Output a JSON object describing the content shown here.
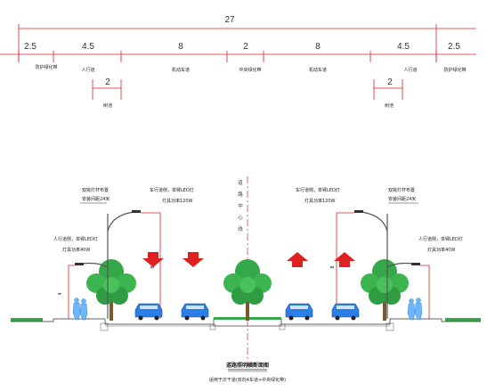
{
  "dimensions": {
    "total": "27",
    "segments": [
      "2.5",
      "4.5",
      "8",
      "2",
      "8",
      "4.5",
      "2.5"
    ],
    "tree_pits": [
      "2",
      "2"
    ]
  },
  "labels": {
    "left_green": "防护绿化带",
    "left_sidewalk": "人行道",
    "left_motor": "机动车道",
    "median": "中央绿化带",
    "right_motor": "机动车道",
    "right_sidewalk": "人行道",
    "right_green": "防护绿化带",
    "left_pit": "树池",
    "right_pit": "树池"
  },
  "centerline_text": "道路中心线",
  "lamp_notes": {
    "left_pole": [
      "双挑灯杆布置",
      "安装间距24米"
    ],
    "left_main": [
      "车行道侧，单臂LED灯",
      "灯具功率120W"
    ],
    "left_ped": [
      "人行道侧，单臂LED灯",
      "灯具功率40W"
    ],
    "right_pole": [
      "双挑灯杆布置",
      "安装间距24米"
    ],
    "right_main": [
      "车行道侧，单臂LED灯",
      "灯具功率120W"
    ],
    "right_ped": [
      "人行道侧，单臂LED灯",
      "灯具功率40W"
    ]
  },
  "height_marks": [
    "8",
    "8",
    "4"
  ],
  "title": "道路照明横断面图",
  "subtitle": "适用于次干道(双向4车道+中央绿化带)",
  "colors": {
    "dimension_line": "#e02020",
    "tree": "#35a84a",
    "car": "#1f6fe0",
    "arrow": "#e02020",
    "pole": "#555555"
  }
}
